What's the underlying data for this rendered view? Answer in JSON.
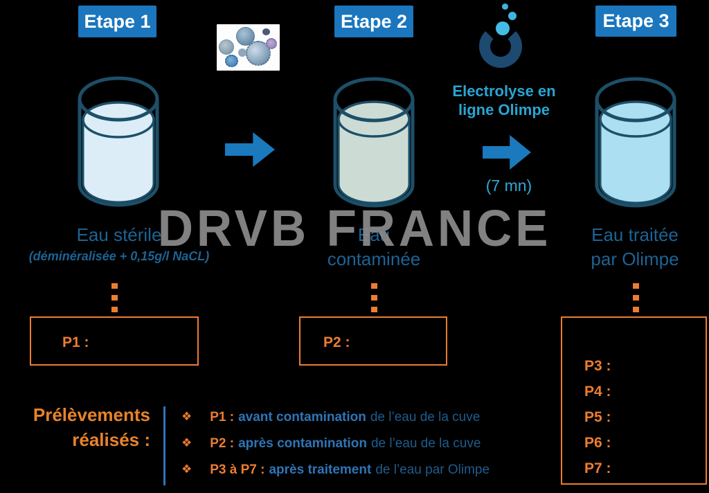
{
  "watermark": "DRVB FRANCE",
  "colors": {
    "accent_blue": "#1b76bd",
    "outline_blue": "#1d4f68",
    "water_sterile": "#dcedf8",
    "water_contaminated": "#ccdcd5",
    "water_treated": "#abdff1",
    "orange": "#ed7d31",
    "label_blue": "#1d6394",
    "cyan": "#2aa5d3",
    "watermark_gray": "#8d8d8d"
  },
  "stages": [
    {
      "badge": "Etape 1"
    },
    {
      "badge": "Etape 2"
    },
    {
      "badge": "Etape 3"
    }
  ],
  "electrolysis": {
    "line1": "Electrolyse en",
    "line2": "ligne Olimpe",
    "duration": "(7 mn)"
  },
  "labels": {
    "beaker1_title": "Eau stérile",
    "beaker1_subtitle": "(déminéralisée + 0,15g/l NaCL)",
    "beaker2_line1": "Eau",
    "beaker2_line2": "contaminée",
    "beaker3_line1": "Eau traitée",
    "beaker3_line2": "par Olimpe"
  },
  "samples": {
    "p1": "P1 :",
    "p2": "P2 :",
    "p3p7": [
      "P3 :",
      "P4 :",
      "P5 :",
      "P6 :",
      "P7 :"
    ]
  },
  "legend": {
    "title_line1": "Prélèvements",
    "title_line2": "réalisés :",
    "bullet_glyph": "❖",
    "items": [
      {
        "code": "P1 :",
        "bold": "avant contamination",
        "rest": "de l’eau de la cuve"
      },
      {
        "code": "P2 :",
        "bold": "après contamination",
        "rest": "de l’eau de la cuve"
      },
      {
        "code": "P3 à P7 :",
        "bold": "après traitement",
        "rest": "de l’eau par Olimpe"
      }
    ]
  }
}
